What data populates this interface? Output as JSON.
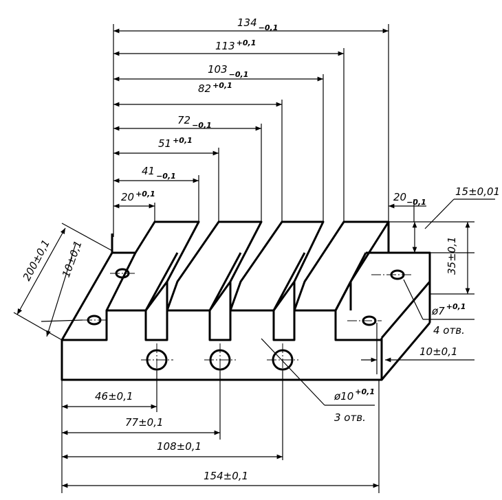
{
  "top_dims": [
    {
      "value": "134",
      "tol": "−0,1"
    },
    {
      "value": "113",
      "tol": "+0,1"
    },
    {
      "value": "103",
      "tol": "−0,1"
    },
    {
      "value": "82",
      "tol": "+0,1"
    },
    {
      "value": "72",
      "tol": "−0,1"
    },
    {
      "value": "51",
      "tol": "+0,1"
    },
    {
      "value": "41",
      "tol": "−0,1"
    },
    {
      "value": "20",
      "tol": "+0,1"
    }
  ],
  "right_dims": {
    "slot_width": {
      "value": "20",
      "tol": "−0,1"
    },
    "depth": "15±0,01",
    "height": "35±0,1",
    "hole_small": {
      "value": "ø7",
      "tol": "+0,1"
    },
    "hole_small_count": "4 отв.",
    "edge_offset": "10±0,1"
  },
  "left_dims": {
    "width": "200±0,1",
    "edge_offset": "10±0,1"
  },
  "bottom_dims": [
    "46±0,1",
    "77±0,1",
    "108±0,1",
    "154±0,1"
  ],
  "hole_large": {
    "value": "ø10",
    "tol": "+0,1",
    "count": "3 отв."
  }
}
